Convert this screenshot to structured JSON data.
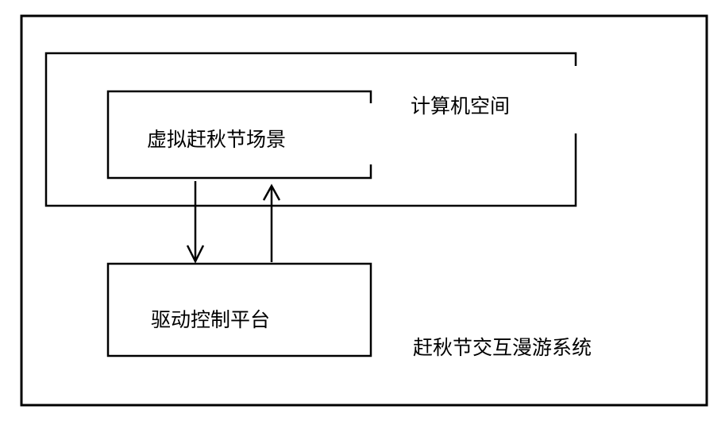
{
  "diagram": {
    "system_label": "赶秋节交互漫游系统",
    "computer_space_label": "计算机空间",
    "virtual_scene_label": "虚拟赶秋节场景",
    "driver_platform_label": "驱动控制平台",
    "colors": {
      "line": "#000000",
      "background": "#ffffff"
    }
  }
}
